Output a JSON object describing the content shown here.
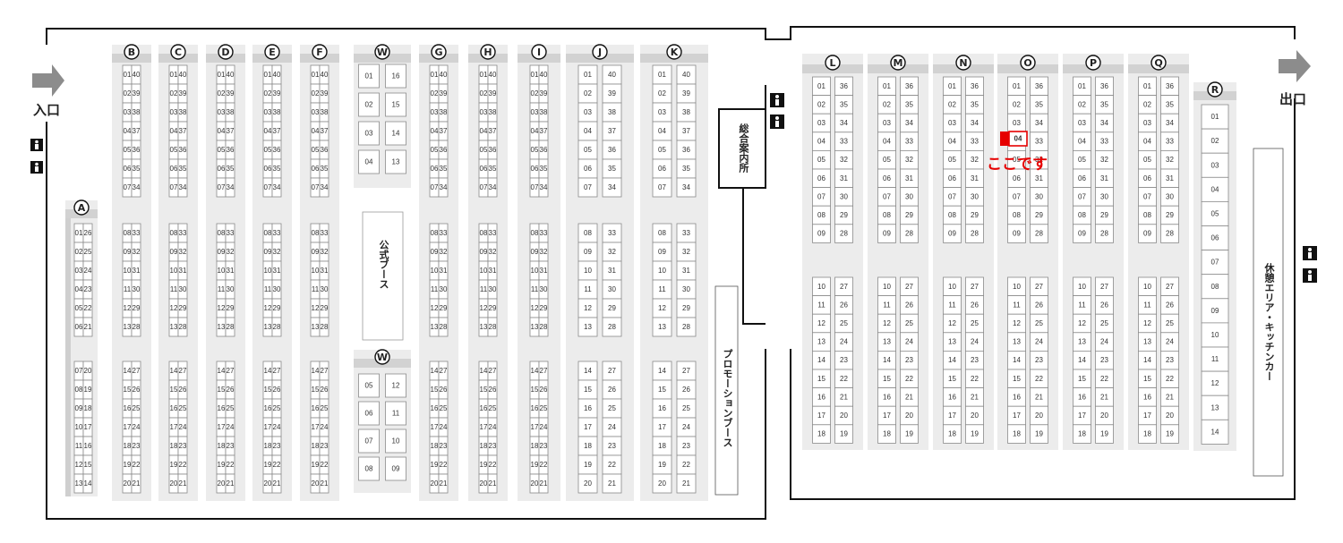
{
  "entrance_label": "入口",
  "exit_label": "出口",
  "info_desk_label": "総合案内所",
  "official_booth_label": "公式ブース",
  "promotion_booth_label": "プロモーションブース",
  "rest_area_label": "休憩エリア・キッチンカー",
  "here_marker": {
    "label": "ここです",
    "row": "O",
    "booth": "04",
    "color": "#e60000"
  },
  "icons": {
    "restroom": "restroom-icon",
    "entrance_arrow": "arrow-right-icon",
    "exit_arrow": "arrow-right-icon"
  },
  "rows": {
    "A": {
      "label": "A",
      "booths": [
        [
          "01",
          "26"
        ],
        [
          "02",
          "25"
        ],
        [
          "03",
          "24"
        ],
        [
          "04",
          "23"
        ],
        [
          "05",
          "22"
        ],
        [
          "06",
          "21"
        ],
        [
          "07",
          "20"
        ],
        [
          "08",
          "19"
        ],
        [
          "09",
          "18"
        ],
        [
          "10",
          "17"
        ],
        [
          "11",
          "16"
        ],
        [
          "12",
          "15"
        ],
        [
          "13",
          "14"
        ]
      ]
    },
    "dense": [
      "B",
      "C",
      "D",
      "E",
      "F",
      "G",
      "H",
      "I"
    ],
    "wide_left": [
      "J",
      "K"
    ],
    "right": [
      "L",
      "M",
      "N",
      "O",
      "P",
      "Q"
    ],
    "W": {
      "label": "W",
      "top": [
        [
          "01",
          "16"
        ],
        [
          "02",
          "15"
        ],
        [
          "03",
          "14"
        ],
        [
          "04",
          "13"
        ]
      ],
      "bottom": [
        [
          "05",
          "12"
        ],
        [
          "06",
          "11"
        ],
        [
          "07",
          "10"
        ],
        [
          "08",
          "09"
        ]
      ]
    },
    "R": {
      "label": "R",
      "booths": [
        "01",
        "02",
        "03",
        "04",
        "05",
        "06",
        "07",
        "08",
        "09",
        "10",
        "11",
        "12",
        "13",
        "14"
      ]
    }
  },
  "left_row_pairs": [
    [
      "01",
      "40"
    ],
    [
      "02",
      "39"
    ],
    [
      "03",
      "38"
    ],
    [
      "04",
      "37"
    ],
    [
      "05",
      "36"
    ],
    [
      "06",
      "35"
    ],
    [
      "07",
      "34"
    ],
    [
      "08",
      "33"
    ],
    [
      "09",
      "32"
    ],
    [
      "10",
      "31"
    ],
    [
      "11",
      "30"
    ],
    [
      "12",
      "29"
    ],
    [
      "13",
      "28"
    ],
    [
      "14",
      "27"
    ],
    [
      "15",
      "26"
    ],
    [
      "16",
      "25"
    ],
    [
      "17",
      "24"
    ],
    [
      "18",
      "23"
    ],
    [
      "19",
      "22"
    ],
    [
      "20",
      "21"
    ]
  ],
  "right_row_pairs": [
    [
      "01",
      "36"
    ],
    [
      "02",
      "35"
    ],
    [
      "03",
      "34"
    ],
    [
      "04",
      "33"
    ],
    [
      "05",
      "32"
    ],
    [
      "06",
      "31"
    ],
    [
      "07",
      "30"
    ],
    [
      "08",
      "29"
    ],
    [
      "09",
      "28"
    ],
    [
      "10",
      "27"
    ],
    [
      "11",
      "26"
    ],
    [
      "12",
      "25"
    ],
    [
      "13",
      "24"
    ],
    [
      "14",
      "23"
    ],
    [
      "15",
      "22"
    ],
    [
      "16",
      "21"
    ],
    [
      "17",
      "20"
    ],
    [
      "18",
      "19"
    ]
  ]
}
